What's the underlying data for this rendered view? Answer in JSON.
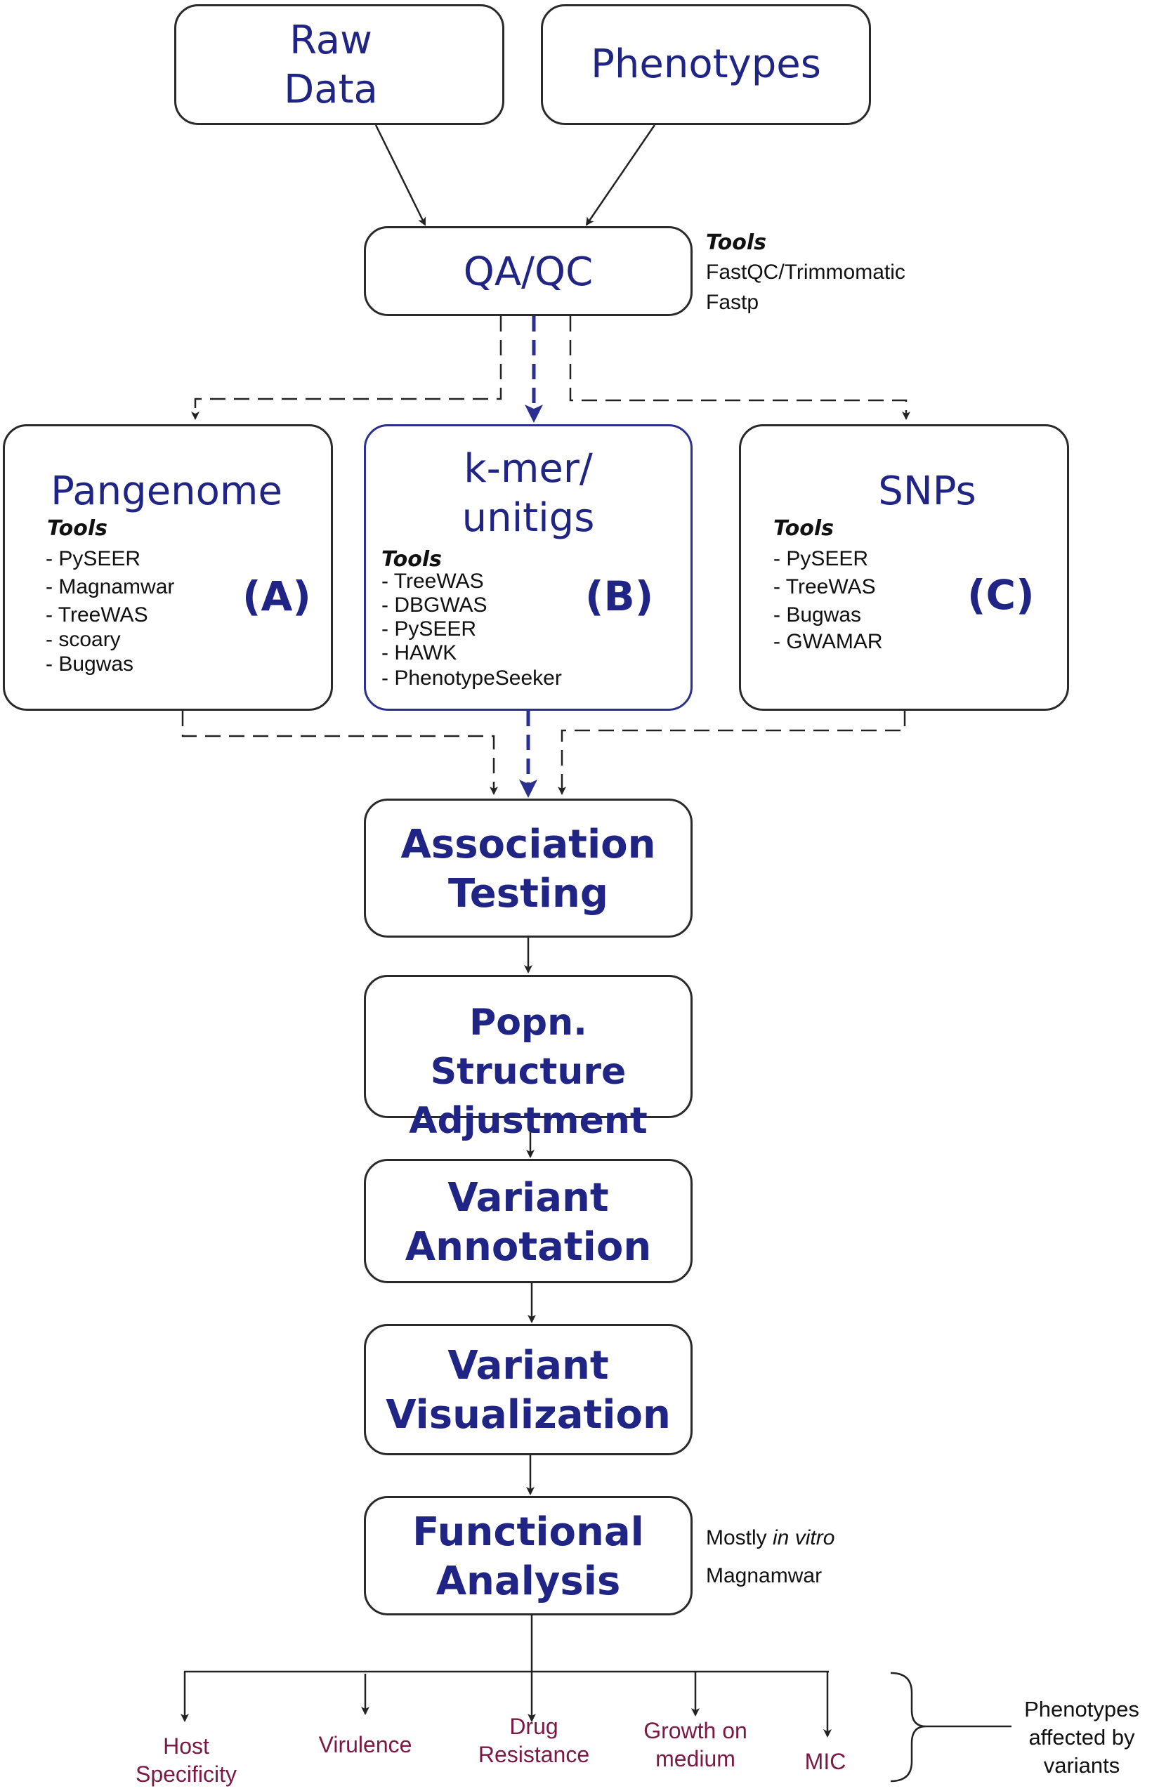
{
  "nodes": {
    "raw_data": "Raw\nData",
    "phenotypes": "Phenotypes",
    "qaqc": "QA/QC",
    "pangenome": "Pangenome",
    "kmer": "k-mer/\nunitigs",
    "snps": "SNPs",
    "association": "Association\nTesting",
    "popn": "Popn. Structure\nAdjustment",
    "annotation": "Variant\nAnnotation",
    "visualization": "Variant\nVisualization",
    "functional": "Functional\nAnalysis"
  },
  "qaqc_tools": {
    "heading": "Tools",
    "items": [
      "FastQC/Trimmomatic",
      "Fastp"
    ]
  },
  "pangenome_tools": {
    "heading": "Tools",
    "letter": "(A)",
    "items": [
      "- PySEER",
      "- Magnamwar",
      "- TreeWAS",
      "- scoary",
      "- Bugwas"
    ]
  },
  "kmer_tools": {
    "heading": "Tools",
    "letter": "(B)",
    "items": [
      "- TreeWAS",
      "- DBGWAS",
      "- PySEER",
      "- HAWK",
      "- PhenotypeSeeker"
    ]
  },
  "snps_tools": {
    "heading": "Tools",
    "letter": "(C)",
    "items": [
      "- PySEER",
      "- TreeWAS",
      "- Bugwas",
      "- GWAMAR"
    ]
  },
  "functional_notes": {
    "line1_prefix": "Mostly ",
    "line1_italic": "in vitro",
    "line2": "Magnamwar"
  },
  "outcomes": [
    "Host\nSpecificity",
    "Virulence",
    "Drug\nResistance",
    "Growth on\nmedium",
    "MIC"
  ],
  "outcomes_note": "Phenotypes\naffected by\nvariants",
  "colors": {
    "node_text": "#1f2485",
    "outcome_text": "#7a1a44",
    "highlight_border": "#2b2f8f",
    "dashed_highlight": "#2b2f8f"
  }
}
